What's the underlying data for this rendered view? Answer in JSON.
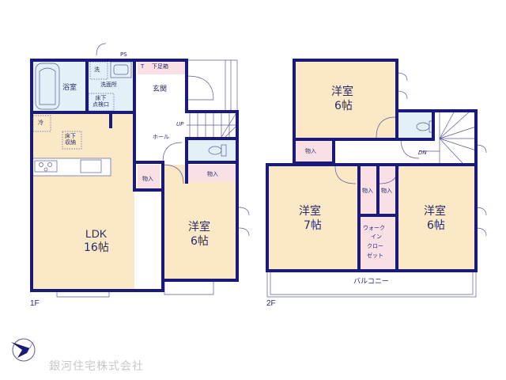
{
  "colors": {
    "wall": "#1a1a7a",
    "floor_room": "#fbe8c6",
    "floor_wet": "#e4f0f8",
    "floor_storage": "#f8e0e4",
    "floor_hall": "#ffffff",
    "line": "#5a5a9a"
  },
  "floor1": {
    "label": "1F",
    "rooms": {
      "bath": "浴室",
      "laundry": "洗",
      "washroom": "洗面所",
      "underfloor_hatch": "床下\n点検口",
      "ps": "PS",
      "toilet_mark": "T",
      "shoe_box": "下足箱",
      "entrance": "玄関",
      "hall": "ホール",
      "stairs_up": "UP",
      "fridge": "冷",
      "underfloor_storage": "床下\n収納",
      "ldk_name": "LDK",
      "ldk_size": "16帖",
      "closet_a": "物入",
      "closet_b": "物入",
      "room_name": "洋室",
      "room_size": "6帖"
    }
  },
  "floor2": {
    "label": "2F",
    "rooms": {
      "room_n_name": "洋室",
      "room_n_size": "6帖",
      "closet_n": "物入",
      "stairs_down": "DN",
      "room_w_name": "洋室",
      "room_w_size": "7帖",
      "closet_c": "物入",
      "closet_d": "物入",
      "wic_1": "ウォーク",
      "wic_2": "イン",
      "wic_3": "クロー",
      "wic_4": "ゼット",
      "room_e_name": "洋室",
      "room_e_size": "6帖",
      "balcony": "バルコニー"
    }
  },
  "footer": {
    "company": "銀河住宅株式会社",
    "logo_icon": "compass-bird-logo"
  }
}
